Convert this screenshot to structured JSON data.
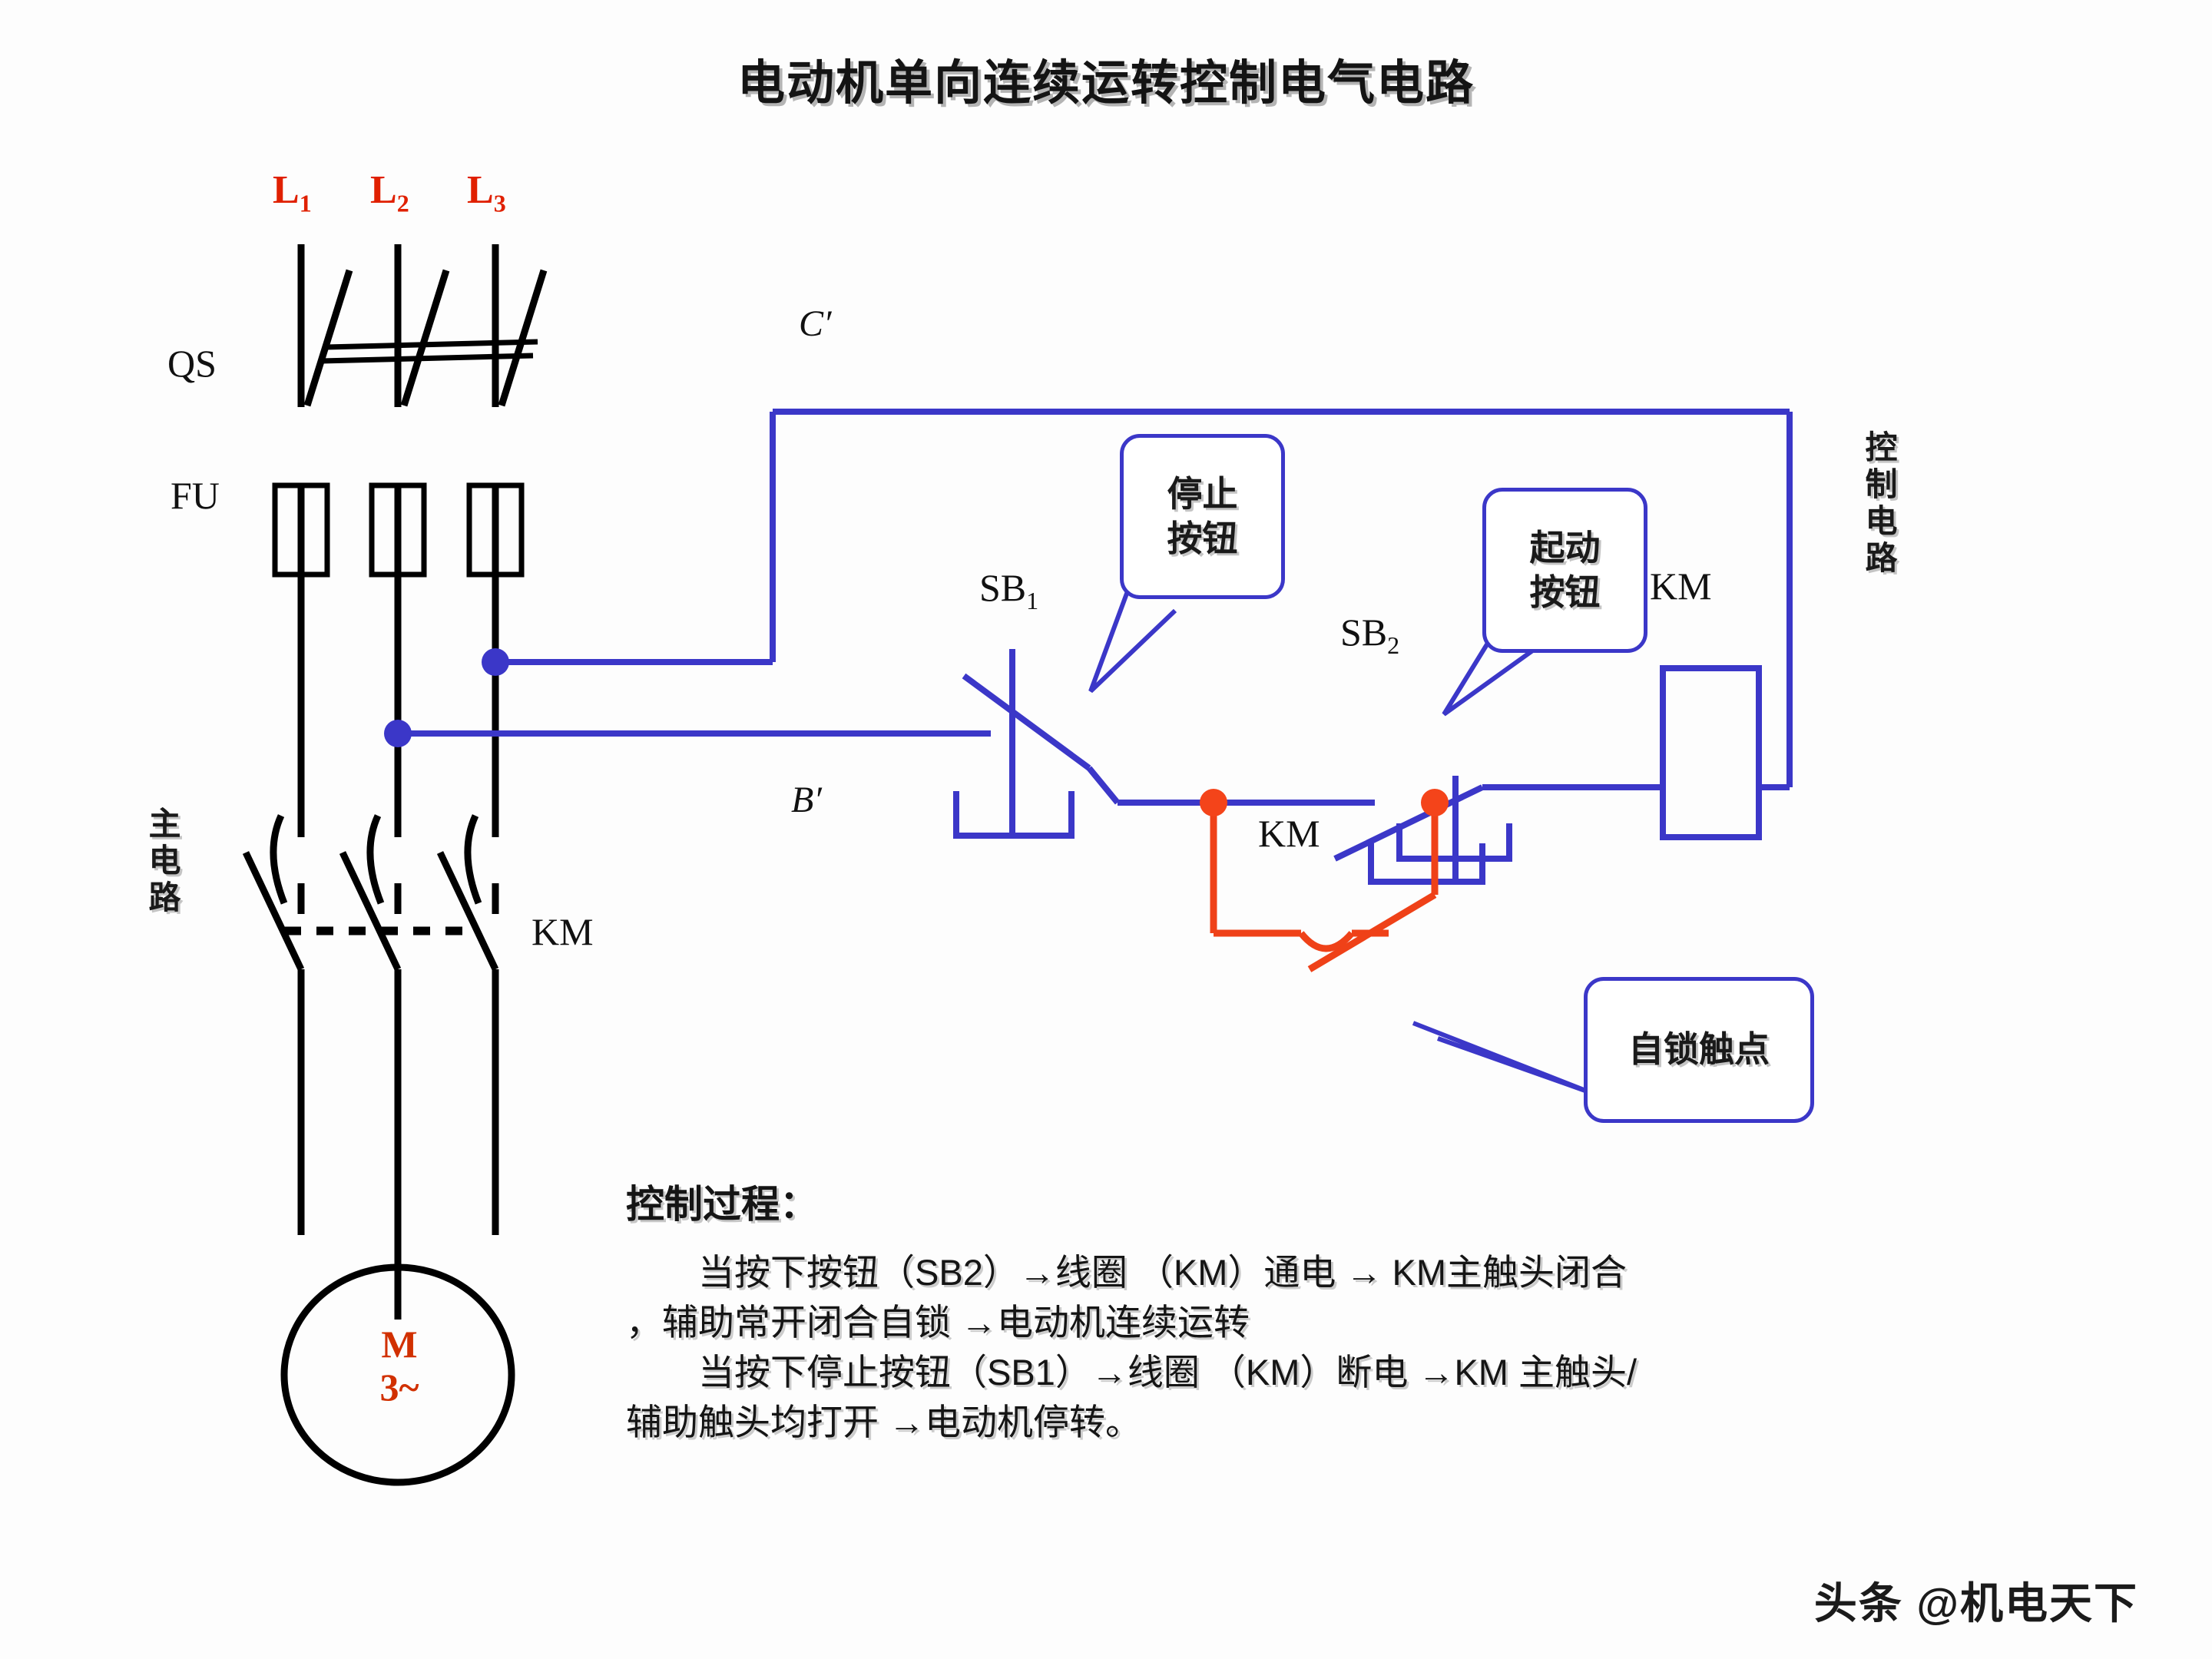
{
  "title": "电动机单向连续运转控制电气电路",
  "phases": [
    {
      "name": "L",
      "sub": "1"
    },
    {
      "name": "L",
      "sub": "2"
    },
    {
      "name": "L",
      "sub": "3"
    }
  ],
  "components": {
    "qs_label": "QS",
    "fu_label": "FU",
    "km_main_label": "KM",
    "km_aux_label": "KM",
    "km_coil_label": "KM",
    "sb1": {
      "name": "SB",
      "sub": "1"
    },
    "sb2": {
      "name": "SB",
      "sub": "2"
    },
    "node_c": "C′",
    "node_b": "B′",
    "motor_symbol": "M",
    "motor_phase": "3~"
  },
  "section_labels": {
    "main_circuit": "主电路",
    "control_circuit": "控制电路"
  },
  "callouts": {
    "stop_button": "停止\n按钮",
    "stop_button_line1": "停止",
    "stop_button_line2": "按钮",
    "start_button_line1": "起动",
    "start_button_line2": "按钮",
    "self_lock": "自锁触点"
  },
  "process": {
    "heading": "控制过程：",
    "lines": [
      "当按下按钮（SB2）→线圈 （KM）通电 → KM主触头闭合",
      "，辅助常开闭合自锁 →电动机连续运转",
      "当按下停止按钮（SB1）→线圈 （KM）断电 →KM 主触头/",
      "辅助触头均打开 →电动机停转。"
    ]
  },
  "watermark": "头条 @机电天下",
  "colors": {
    "phase_red": "#e02000",
    "motor_red": "#d13000",
    "wire_black": "#000000",
    "wire_blue": "#3b37c8",
    "wire_orange": "#ef4118",
    "node_blue": "#3b37c8",
    "node_orange": "#f4441a",
    "background": "#ffffff"
  }
}
